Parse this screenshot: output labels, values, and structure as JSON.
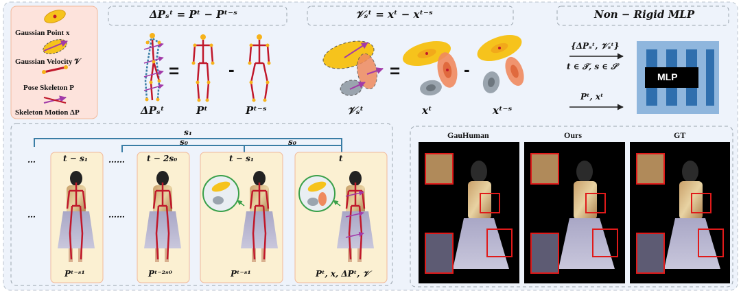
{
  "legend": {
    "gaussian_point": "Gaussian Point x",
    "gaussian_velocity": "Gaussian Velocity 𝒱",
    "pose_skeleton": "Pose Skeleton P",
    "skeleton_motion": "Skeleton Motion ΔP"
  },
  "headers": {
    "delta_p": "ΔPₛᵗ = Pᵗ − Pᵗ⁻ˢ",
    "velocity": "𝒱ₛᵗ = xᵗ − xᵗ⁻ˢ",
    "mlp": "Non − Rigid MLP"
  },
  "operators": {
    "equals": "=",
    "minus": "-"
  },
  "captions": {
    "delta_p": "ΔPₛᵗ",
    "p_t": "Pᵗ",
    "p_t_minus_s": "Pᵗ⁻ˢ",
    "v_s_t": "𝒱ₛᵗ",
    "x_t": "xᵗ",
    "x_t_minus_s": "xᵗ⁻ˢ"
  },
  "mlp": {
    "input_top": "{ΔPₛᵗ, 𝒱ₛᵗ}",
    "input_mid": "t ∈ 𝒯, s ∈ 𝒮",
    "input_bottom": "Pᵗ, xᵗ",
    "box_label": "MLP"
  },
  "timeline": {
    "s1": "s₁",
    "s0_a": "s₀",
    "s0_b": "s₀",
    "dots1": "…",
    "dots2": "……",
    "dots3": "…",
    "dots4": "……",
    "frames": [
      {
        "top": "t − s₁",
        "bottom": "Pᵗ⁻ˢ¹"
      },
      {
        "top": "t − 2s₀",
        "bottom": "Pᵗ⁻²ˢ⁰"
      },
      {
        "top": "t − s₁",
        "bottom": "Pᵗ⁻ˢ¹"
      },
      {
        "top": "t",
        "bottom": "Pᵗ, x, ΔPᵗ, 𝒱"
      }
    ]
  },
  "comparison": {
    "panels": [
      "GauHuman",
      "Ours",
      "GT"
    ]
  },
  "colors": {
    "background_panel": "#eef3fb",
    "legend_bg": "#fde3dc",
    "frame_bg": "#fbf0d2",
    "frame_border": "#f2b89a",
    "skeleton": "#c0182b",
    "joint": "#f6b21a",
    "motion": "#a23aa8",
    "gaussian_yellow": "#f6c31c",
    "gaussian_orange": "#ef8a5e",
    "gaussian_grey": "#9aa4ae",
    "bracket": "#3a7da5",
    "mlp_light": "#8fb6dd",
    "mlp_dark": "#2f6fae",
    "zoom_red": "#e01a1a"
  }
}
